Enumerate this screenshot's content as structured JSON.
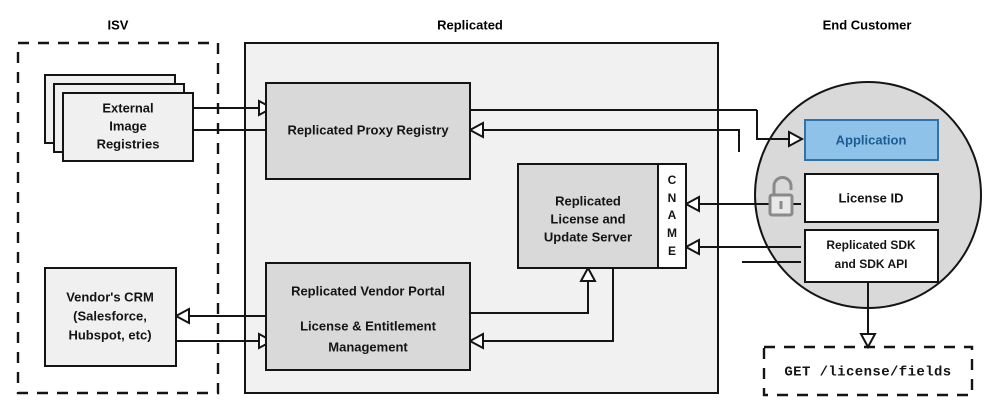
{
  "diagram": {
    "title_isv": "ISV",
    "title_replicated": "Replicated",
    "title_end_customer": "End Customer",
    "colors": {
      "zone_fill": "#f1f1f1",
      "component_fill": "#d9d9d9",
      "plain_fill": "#f0f0f0",
      "white_fill": "#ffffff",
      "circle_fill": "#d9d9d9",
      "application_fill": "#8fc2e8",
      "application_border": "#2d74ad",
      "application_text": "#1d5c92",
      "stroke": "#141414",
      "lock": "#8a8a8a"
    },
    "nodes": {
      "external_image_registries": {
        "lines": [
          "External",
          "Image",
          "Registries"
        ],
        "stacked": true
      },
      "vendors_crm": {
        "lines": [
          "Vendor's CRM",
          "(Salesforce,",
          "Hubspot, etc)"
        ]
      },
      "replicated_proxy_registry": {
        "lines": [
          "Replicated Proxy Registry"
        ]
      },
      "replicated_license_update_server": {
        "lines": [
          "Replicated",
          "License and",
          "Update Server"
        ]
      },
      "cname_strip": {
        "letters": [
          "C",
          "N",
          "A",
          "M",
          "E"
        ],
        "label": "CNAME"
      },
      "replicated_vendor_portal": {
        "lines": [
          "Replicated Vendor Portal",
          "",
          "License & Entitlement",
          "Management"
        ],
        "line1": "Replicated Vendor Portal",
        "line2": "License & Entitlement",
        "line3": "Management"
      },
      "application": {
        "label": "Application"
      },
      "license_id": {
        "label": "License ID"
      },
      "replicated_sdk": {
        "lines": [
          "Replicated SDK",
          "and SDK API"
        ]
      },
      "license_fields_endpoint": {
        "label": "GET /license/fields"
      },
      "unlock_icon": {
        "name": "unlock-icon"
      }
    }
  }
}
